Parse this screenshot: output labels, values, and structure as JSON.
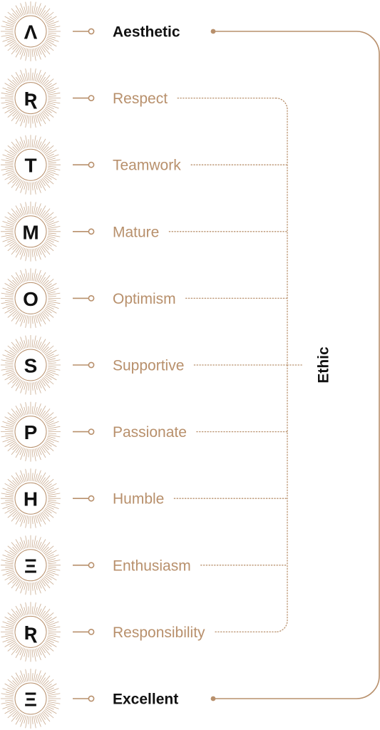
{
  "colors": {
    "accent": "#b8906c",
    "ink": "#111111",
    "background": "#ffffff"
  },
  "bracket_label": "Ethic",
  "rows": [
    {
      "letter": "Λ",
      "word": "Aesthetic",
      "emphasis": true
    },
    {
      "letter": "Ʀ",
      "word": "Respect",
      "emphasis": false
    },
    {
      "letter": "T",
      "word": "Teamwork",
      "emphasis": false
    },
    {
      "letter": "M",
      "word": "Mature",
      "emphasis": false
    },
    {
      "letter": "O",
      "word": "Optimism",
      "emphasis": false
    },
    {
      "letter": "S",
      "word": "Supportive",
      "emphasis": false
    },
    {
      "letter": "P",
      "word": "Passionate",
      "emphasis": false
    },
    {
      "letter": "H",
      "word": "Humble",
      "emphasis": false
    },
    {
      "letter": "Ξ",
      "word": "Enthusiasm",
      "emphasis": false
    },
    {
      "letter": "Ʀ",
      "word": "Responsibility",
      "emphasis": false
    },
    {
      "letter": "Ξ",
      "word": "Excellent",
      "emphasis": true
    }
  ]
}
